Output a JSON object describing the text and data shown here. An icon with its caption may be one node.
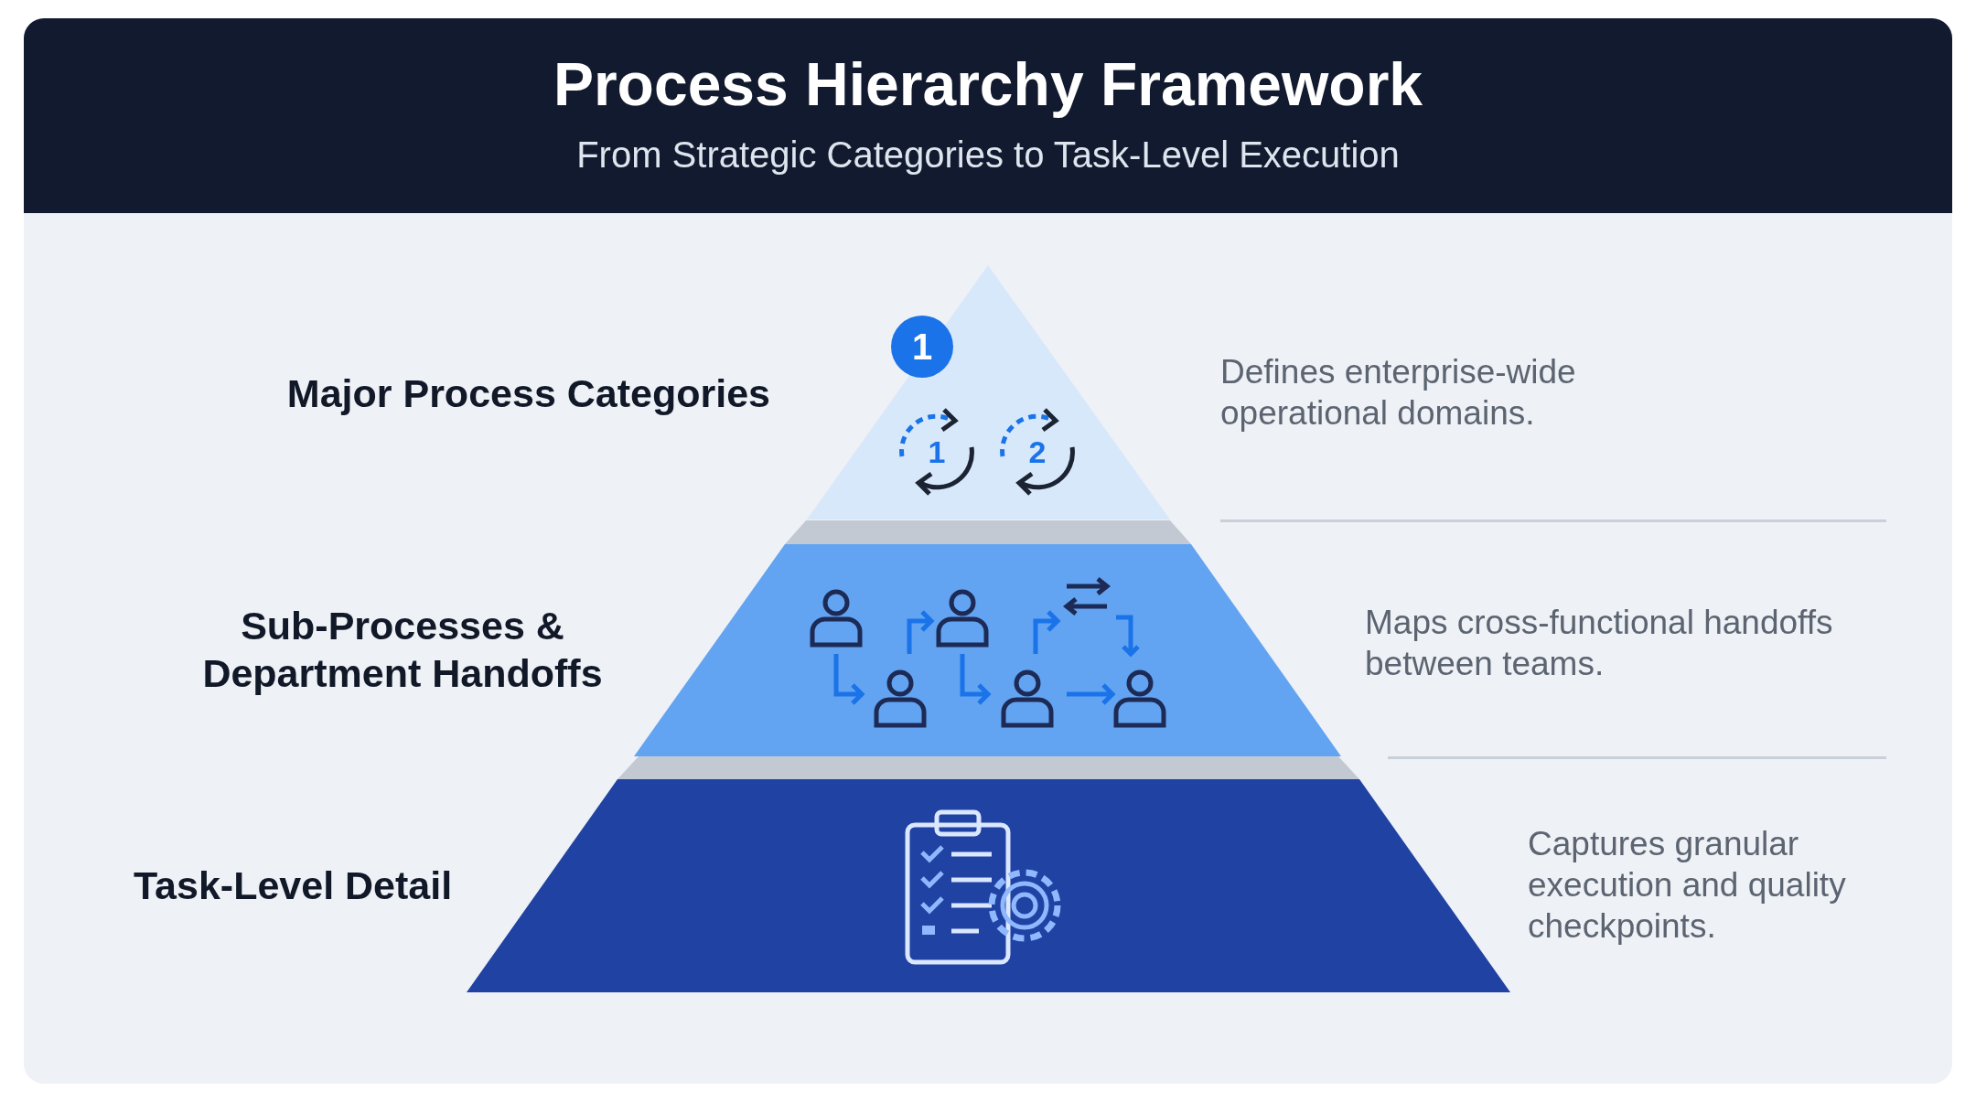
{
  "diagram": {
    "title": "Process Hierarchy Framework",
    "nodes": [
      {
        "text": [
          "Major Process Categories"
        ],
        "beside": [
          "Defines enterprise-wide operational domains."
        ]
      },
      {
        "text": [
          "1"
        ],
        "in": 0
      },
      {
        "text": [
          "Sub-Processes & Department Handoffs"
        ],
        "beside": [
          "Maps cross-functional handoffs between teams."
        ]
      },
      {
        "text": [
          "Task-Level Detail"
        ],
        "beside": [
          "Captures granular execution and quality checkpoints."
        ]
      }
    ],
    "edges": [],
    "labels": [
      "From Strategic Categories to Task-Level Execution",
      "1",
      "2"
    ]
  }
}
